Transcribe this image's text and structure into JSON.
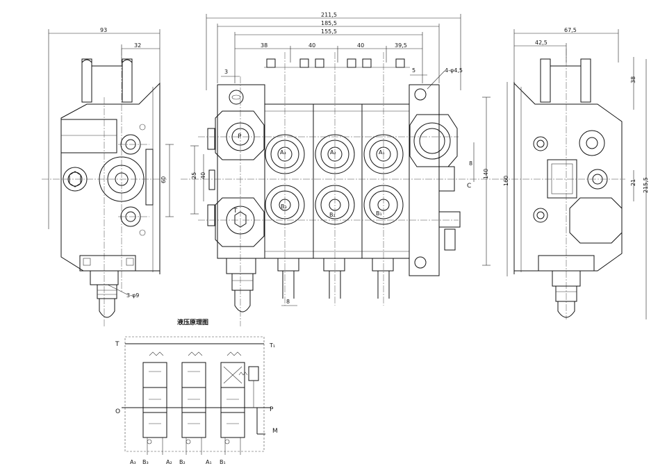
{
  "dimensions": {
    "left_view_width": "93",
    "left_view_inner": "32",
    "left_view_height": "60",
    "left_view_hole": "3-φ9",
    "front_total": "211,5",
    "front_mid": "185,5",
    "front_inner": "155,5",
    "front_seg1": "38",
    "front_seg2": "40",
    "front_seg3": "40",
    "front_seg4": "39,5",
    "front_small_left": "3",
    "front_small_right": "5",
    "front_holes": "4-φ4,5",
    "front_height_25": "25",
    "front_height_40": "40",
    "front_height_140": "140",
    "front_right_8": "8",
    "front_bottom_8": "8",
    "right_view_width": "67,5",
    "right_view_inner": "42,5",
    "right_view_38": "38",
    "right_view_160": "160",
    "right_view_21": "21",
    "right_view_215": "215,5"
  },
  "port_labels": {
    "p": "P",
    "t": "T",
    "a1": "A₁",
    "a2": "A₂",
    "a3": "A₃",
    "b1": "B₁",
    "b2": "B₂",
    "b3": "B₃",
    "c": "C"
  },
  "schematic": {
    "title": "液压原理图",
    "label_t": "T",
    "label_t1": "T₁",
    "label_o": "O",
    "label_p": "P",
    "label_m": "M",
    "bottom_labels": [
      "A₃",
      "B₃",
      "A₂",
      "B₂",
      "A₁",
      "B₁"
    ]
  }
}
